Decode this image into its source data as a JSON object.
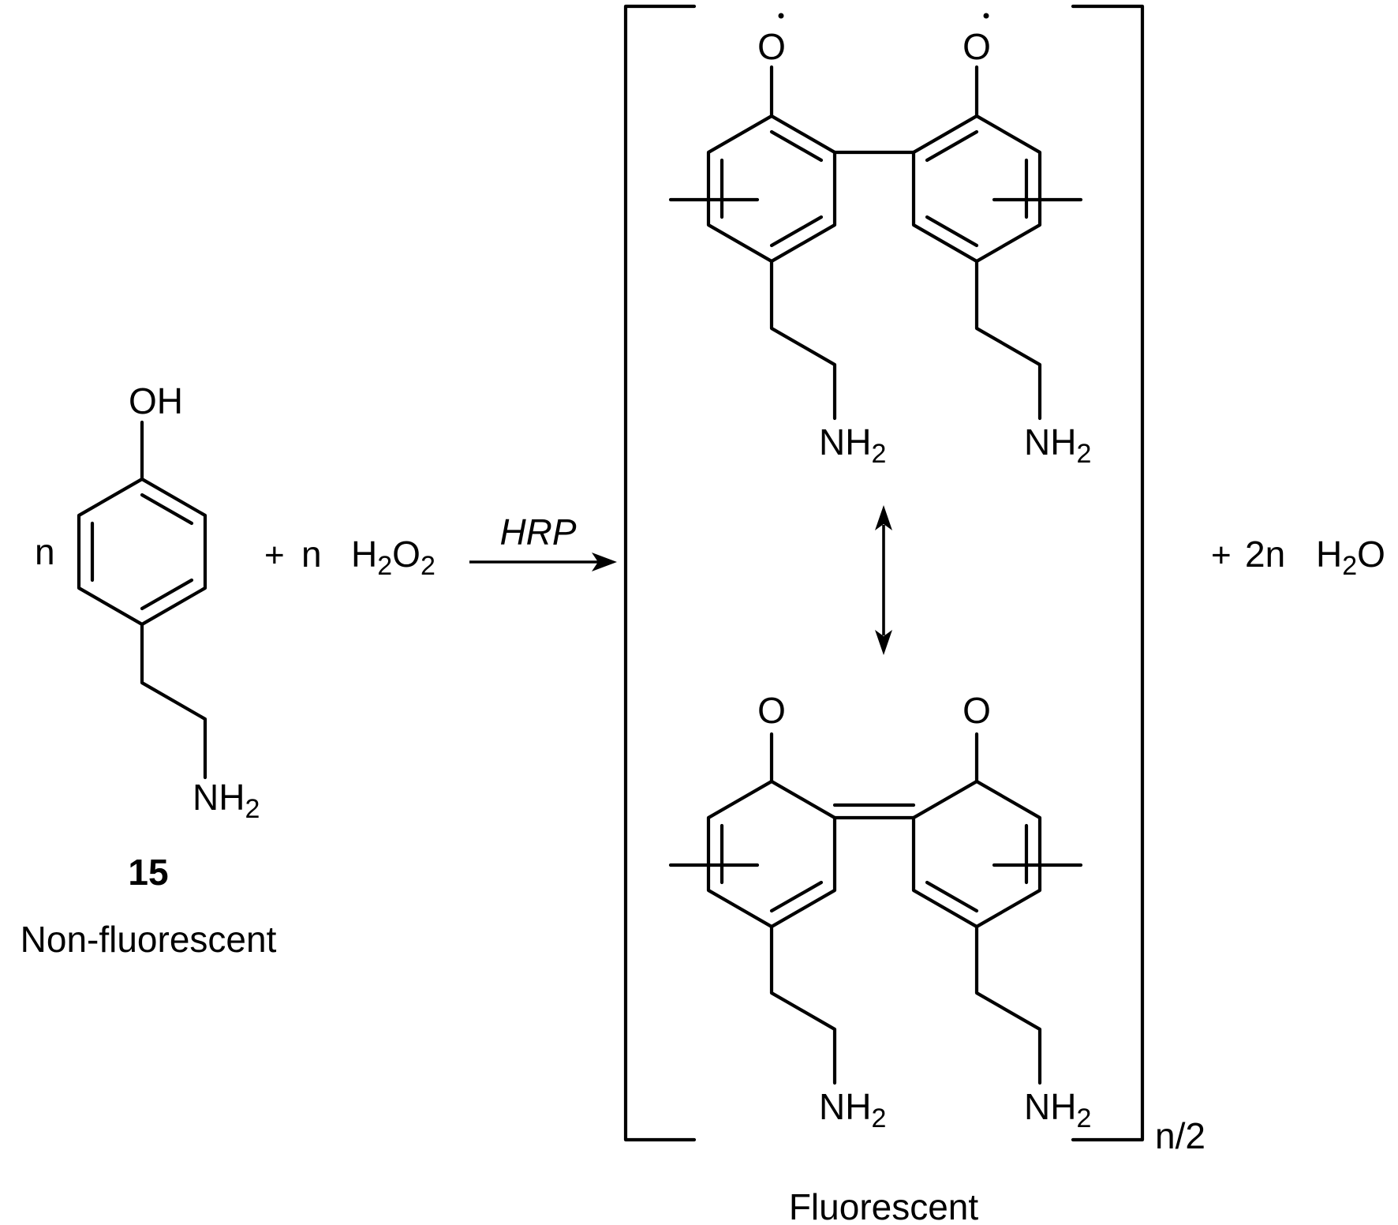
{
  "left": {
    "coef": "n",
    "oh": "OH",
    "nh": "NH",
    "sub2": "2",
    "compound_number": "15",
    "caption": "Non-fluorescent"
  },
  "reagent": {
    "plus": "+",
    "coef": "n",
    "h": "H",
    "sub_a": "2",
    "o": "O",
    "sub_b": "2"
  },
  "arrow": {
    "catalyst": "HRP"
  },
  "product": {
    "o_radical": "O",
    "o_keto": "O",
    "nh": "NH",
    "sub2": "2",
    "repeat": "n/2",
    "caption": "Fluorescent"
  },
  "byproduct": {
    "plus": "+",
    "coef": "2n",
    "h": "H",
    "sub": "2",
    "o": "O"
  },
  "colors": {
    "ink": "#000000",
    "background": "#ffffff"
  }
}
